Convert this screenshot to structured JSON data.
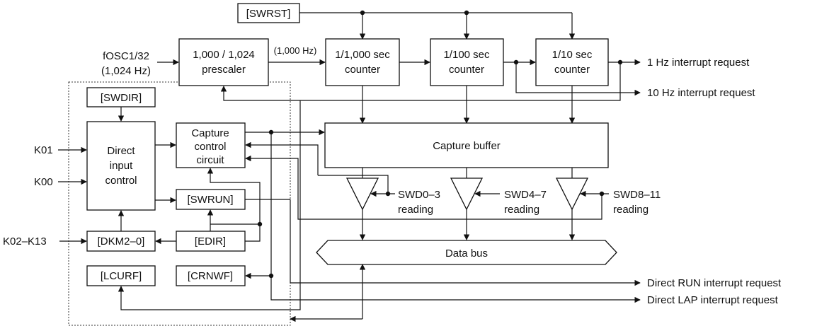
{
  "blocks": {
    "swrst": "[SWRST]",
    "prescaler": [
      "1,000 / 1,024",
      "prescaler"
    ],
    "counter_1000": [
      "1/1,000 sec",
      "counter"
    ],
    "counter_100": [
      "1/100 sec",
      "counter"
    ],
    "counter_10": [
      "1/10 sec",
      "counter"
    ],
    "swdir": "[SWDIR]",
    "direct_input_control": [
      "Direct",
      "input",
      "control"
    ],
    "capture_control": [
      "Capture",
      "control",
      "circuit"
    ],
    "capture_buffer": "Capture buffer",
    "swrun": "[SWRUN]",
    "dkm": "[DKM2–0]",
    "edir": "[EDIR]",
    "lcurf": "[LCURF]",
    "crnwf": "[CRNWF]",
    "data_bus": "Data bus"
  },
  "inputs": {
    "fosc_main": "fOSC1/32",
    "fosc_freq": "(1,024 Hz)",
    "prescaler_out": "(1,000 Hz)",
    "k01": "K01",
    "k00": "K00",
    "k02_k13": "K02–K13"
  },
  "reading": {
    "swd0_3": "SWD0–3",
    "swd4_7": "SWD4–7",
    "swd8_11": "SWD8–11",
    "word": "reading"
  },
  "outputs": {
    "hz1": "1 Hz interrupt request",
    "hz10": "10 Hz interrupt request",
    "direct_run": "Direct RUN interrupt request",
    "direct_lap": "Direct LAP interrupt request"
  }
}
